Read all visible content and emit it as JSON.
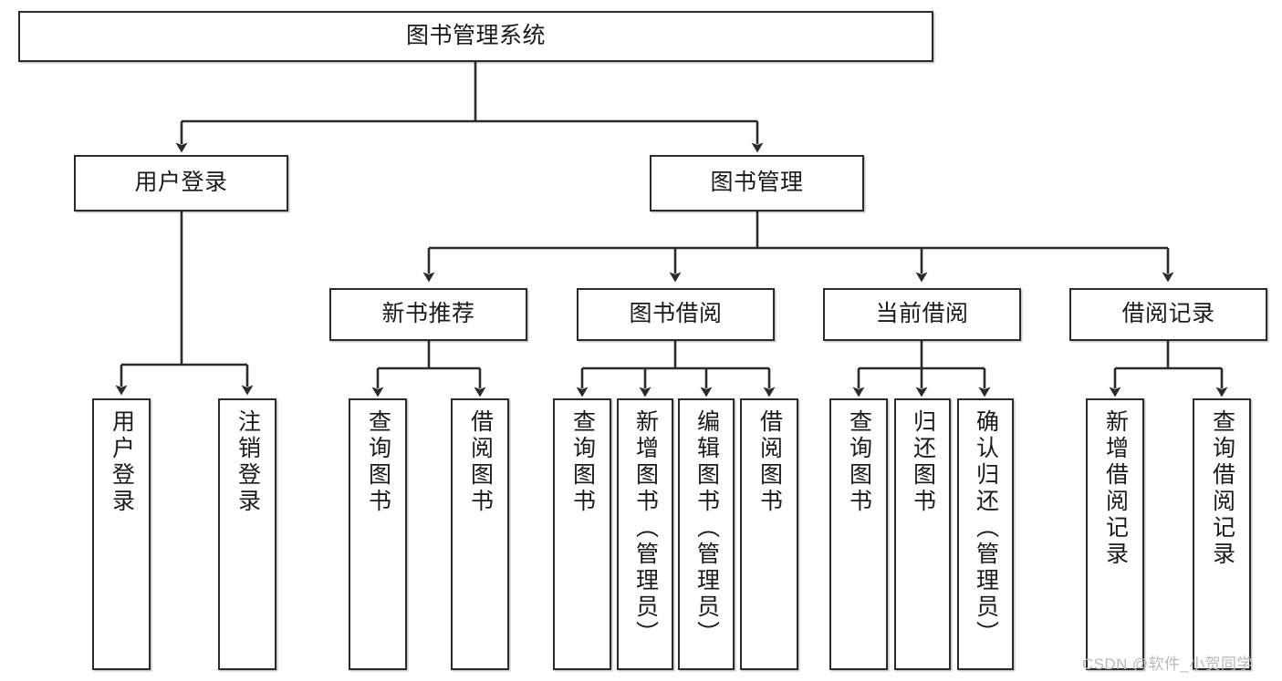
{
  "diagram": {
    "type": "hierarchy-tree",
    "title": "图书管理系统",
    "orientation": "top-down",
    "levels": 4,
    "colors": {
      "box_border": "#2b2b2b",
      "box_fill": "#ffffff",
      "connector": "#2b2b2b",
      "text": "#1a1a1a",
      "watermark": "#b9b9b9"
    },
    "nodes": {
      "root": {
        "label": "图书管理系统"
      },
      "level2": [
        {
          "id": "user-login",
          "label": "用户登录"
        },
        {
          "id": "book-manage",
          "label": "图书管理"
        }
      ],
      "level3": [
        {
          "id": "new-book-recommend",
          "label": "新书推荐"
        },
        {
          "id": "book-borrow",
          "label": "图书借阅"
        },
        {
          "id": "current-borrow",
          "label": "当前借阅"
        },
        {
          "id": "borrow-record",
          "label": "借阅记录"
        }
      ],
      "leaves": {
        "user_login": [
          {
            "id": "leaf-user-login",
            "label": "用户登录"
          },
          {
            "id": "leaf-logout-login",
            "label": "注销登录"
          }
        ],
        "new_book_recommend": [
          {
            "id": "leaf-query-book-1",
            "label": "查询图书"
          },
          {
            "id": "leaf-borrow-book-1",
            "label": "借阅图书"
          }
        ],
        "book_borrow": [
          {
            "id": "leaf-query-book-2",
            "label": "查询图书"
          },
          {
            "id": "leaf-add-book",
            "label": "新增图书（管理员）"
          },
          {
            "id": "leaf-edit-book",
            "label": "编辑图书（管理员）"
          },
          {
            "id": "leaf-borrow-book-2",
            "label": "借阅图书"
          }
        ],
        "current_borrow": [
          {
            "id": "leaf-query-book-3",
            "label": "查询图书"
          },
          {
            "id": "leaf-return-book",
            "label": "归还图书"
          },
          {
            "id": "leaf-confirm-return",
            "label": "确认归还（管理员）"
          }
        ],
        "borrow_record": [
          {
            "id": "leaf-add-record",
            "label": "新增借阅记录"
          },
          {
            "id": "leaf-query-record",
            "label": "查询借阅记录"
          }
        ]
      }
    }
  },
  "watermark": {
    "text": "CSDN @软件_小贺同学"
  }
}
